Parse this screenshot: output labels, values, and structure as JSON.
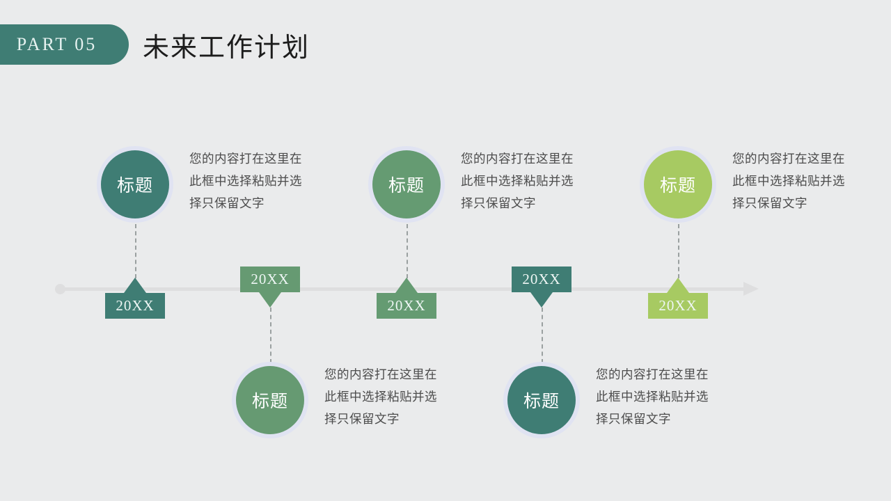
{
  "header": {
    "part_label": "PART 05",
    "title": "未来工作计划",
    "pill_color": "#3f7d74"
  },
  "timeline": {
    "axis_color": "#dededf",
    "ring_color": "#e0e3f2",
    "body_text": "您的内容打在这里在此框中选择粘贴并选择只保留文字",
    "nodes": [
      {
        "id": "node-1",
        "circle_label": "标题",
        "year": "20XX",
        "color": "#3f7d74",
        "position": "above",
        "description": "您的内容打在这里在此框中选择粘贴并选择只保留文字"
      },
      {
        "id": "node-2",
        "circle_label": "标题",
        "year": "20XX",
        "color": "#669a72",
        "position": "below",
        "description": "您的内容打在这里在此框中选择粘贴并选择只保留文字"
      },
      {
        "id": "node-3",
        "circle_label": "标题",
        "year": "20XX",
        "color": "#659b72",
        "position": "above",
        "description": "您的内容打在这里在此框中选择粘贴并选择只保留文字"
      },
      {
        "id": "node-4",
        "circle_label": "标题",
        "year": "20XX",
        "color": "#3f7d74",
        "position": "below",
        "description": "您的内容打在这里在此框中选择粘贴并选择只保留文字"
      },
      {
        "id": "node-5",
        "circle_label": "标题",
        "year": "20XX",
        "color": "#a7ca62",
        "position": "above",
        "description": "您的内容打在这里在此框中选择粘贴并选择只保留文字"
      }
    ]
  }
}
